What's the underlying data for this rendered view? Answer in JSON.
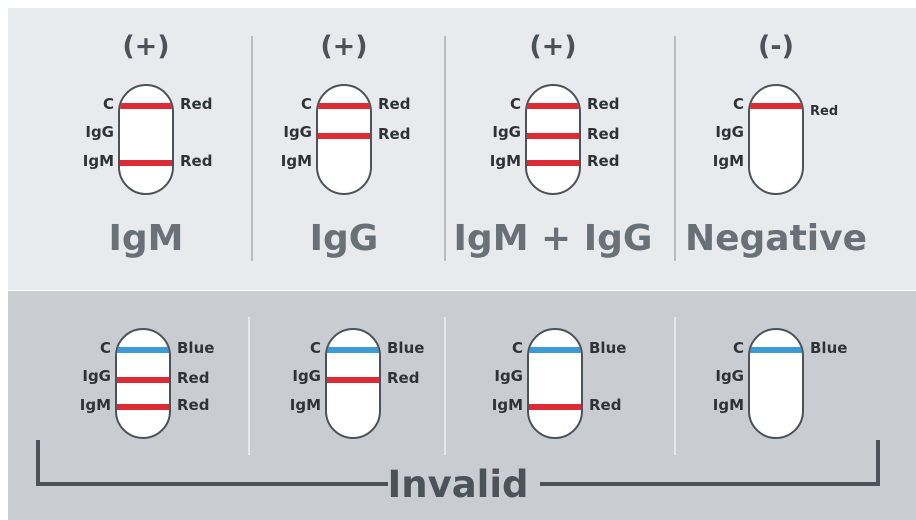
{
  "colors": {
    "red": "#dc2b34",
    "blue": "#3a9bd5"
  },
  "top_panels": [
    {
      "sign": "(+)",
      "result": "IgM",
      "row_labels": [
        "C",
        "IgG",
        "IgM"
      ],
      "bands": [
        {
          "row": "C",
          "color": "red",
          "label": "Red"
        },
        {
          "row": "IgM",
          "color": "red",
          "label": "Red"
        }
      ]
    },
    {
      "sign": "(+)",
      "result": "IgG",
      "row_labels": [
        "C",
        "IgG",
        "IgM"
      ],
      "bands": [
        {
          "row": "C",
          "color": "red",
          "label": "Red"
        },
        {
          "row": "IgG",
          "color": "red",
          "label": "Red"
        }
      ]
    },
    {
      "sign": "(+)",
      "result": "IgM + IgG",
      "row_labels": [
        "C",
        "IgG",
        "IgM"
      ],
      "bands": [
        {
          "row": "C",
          "color": "red",
          "label": "Red"
        },
        {
          "row": "IgG",
          "color": "red",
          "label": "Red"
        },
        {
          "row": "IgM",
          "color": "red",
          "label": "Red"
        }
      ]
    },
    {
      "sign": "(-)",
      "result": "Negative",
      "row_labels": [
        "C",
        "IgG",
        "IgM"
      ],
      "bands": [
        {
          "row": "C",
          "color": "red",
          "label": "Red"
        }
      ]
    }
  ],
  "bottom_panels": [
    {
      "row_labels": [
        "C",
        "IgG",
        "IgM"
      ],
      "bands": [
        {
          "row": "C",
          "color": "blue",
          "label": "Blue"
        },
        {
          "row": "IgG",
          "color": "red",
          "label": "Red"
        },
        {
          "row": "IgM",
          "color": "red",
          "label": "Red"
        }
      ]
    },
    {
      "row_labels": [
        "C",
        "IgG",
        "IgM"
      ],
      "bands": [
        {
          "row": "C",
          "color": "blue",
          "label": "Blue"
        },
        {
          "row": "IgG",
          "color": "red",
          "label": "Red"
        }
      ]
    },
    {
      "row_labels": [
        "C",
        "IgG",
        "IgM"
      ],
      "bands": [
        {
          "row": "C",
          "color": "blue",
          "label": "Blue"
        },
        {
          "row": "IgM",
          "color": "red",
          "label": "Red"
        }
      ]
    },
    {
      "row_labels": [
        "C",
        "IgG",
        "IgM"
      ],
      "bands": [
        {
          "row": "C",
          "color": "blue",
          "label": "Blue"
        }
      ]
    }
  ],
  "invalid_label": "Invalid"
}
